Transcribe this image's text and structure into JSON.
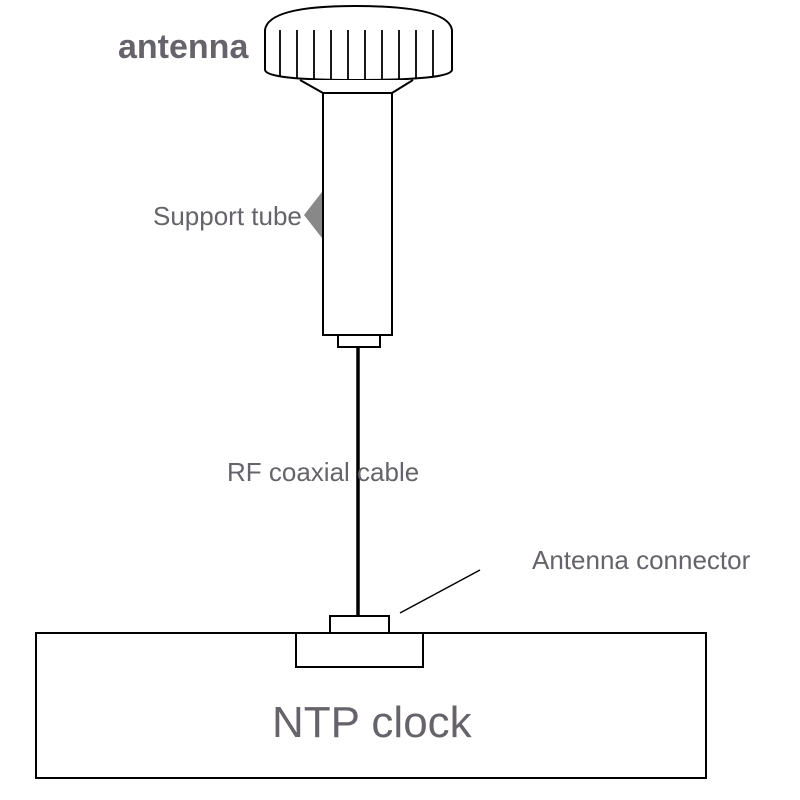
{
  "labels": {
    "antenna": "antenna",
    "support_tube": "Support tube",
    "rf_cable": "RF coaxial cable",
    "antenna_connector": "Antenna connector",
    "ntp_clock": "NTP clock"
  },
  "colors": {
    "label_text": "#66636a",
    "line": "#000000",
    "pointer": "#888888"
  }
}
